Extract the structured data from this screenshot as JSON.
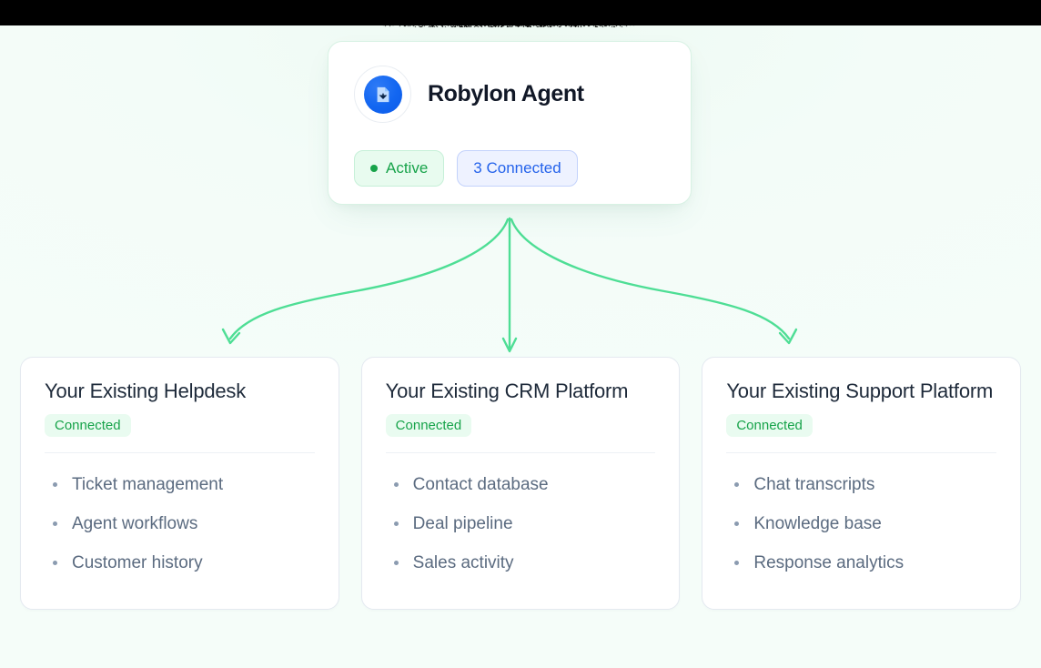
{
  "theme": {
    "page_bg": "#f4fdf9",
    "top_bar": "#000000",
    "accent_green": "#17a34a",
    "accent_blue": "#2563eb",
    "arrow_green": "#4ede95",
    "avatar_blue": "#1266f1",
    "card_border": "#e4e9f0",
    "text_dark": "#1e2a3a",
    "text_muted": "#5b6b80"
  },
  "agent": {
    "name": "Robylon Agent",
    "avatar_icon": "document-arrow-icon",
    "badges": [
      {
        "label": "Active",
        "kind": "status",
        "dot": true
      },
      {
        "label": "3 Connected",
        "kind": "count",
        "dot": false
      }
    ]
  },
  "connections": {
    "arrow_count": 3,
    "source": "agent-card",
    "targets": [
      "helpdesk",
      "crm",
      "support"
    ]
  },
  "integrations": [
    {
      "id": "helpdesk",
      "title": "Your Existing Helpdesk",
      "status": "Connected",
      "features": [
        "Ticket management",
        "Agent workflows",
        "Customer history"
      ]
    },
    {
      "id": "crm",
      "title": "Your Existing CRM Platform",
      "status": "Connected",
      "features": [
        "Contact database",
        "Deal pipeline",
        "Sales activity"
      ]
    },
    {
      "id": "support",
      "title": "Your Existing Support Platform",
      "status": "Connected",
      "features": [
        "Chat transcripts",
        "Knowledge base",
        "Response analytics"
      ]
    }
  ]
}
